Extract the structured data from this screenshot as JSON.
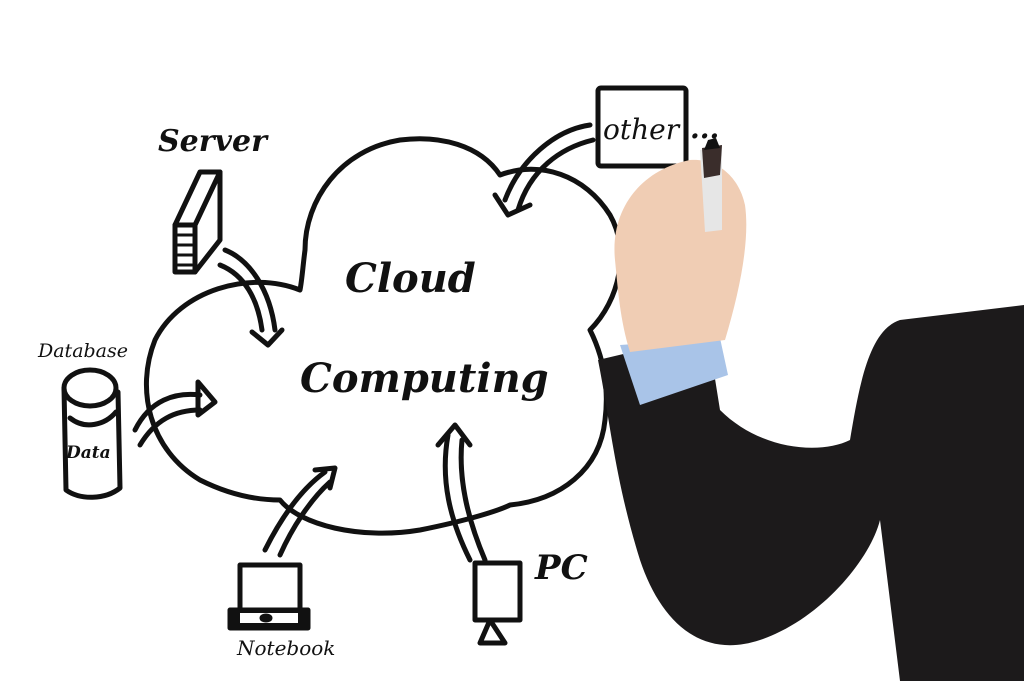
{
  "scene": {
    "description": "Businessman's hand drawing a cloud computing diagram with a marker on a white board",
    "background_color": "#ffffff",
    "ink_color": "#111111",
    "suit_color": "#1c1a1b",
    "shirt_color": "#a9c4e8",
    "skin_color": "#f0cdb4"
  },
  "diagram": {
    "center_title_line1": "Cloud",
    "center_title_line2": "Computing",
    "nodes": {
      "server": "Server",
      "database": "Database",
      "database_inner": "Data",
      "other": "other",
      "other_suffix": "...",
      "pc": "PC",
      "notebook": "Notebook"
    }
  }
}
